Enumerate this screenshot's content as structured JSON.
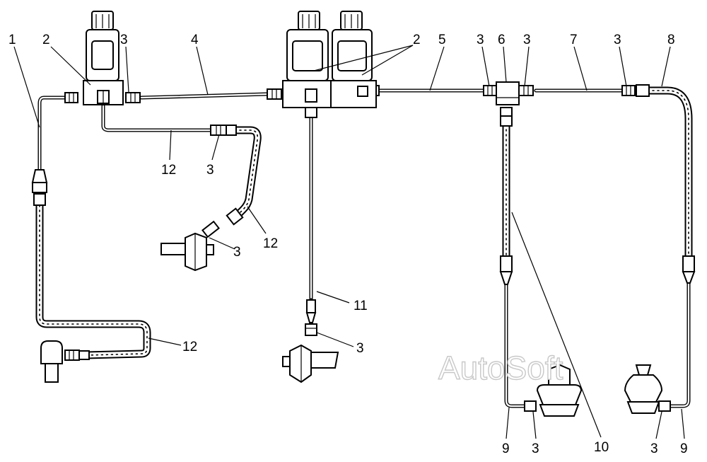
{
  "diagram": {
    "callouts": [
      {
        "id": "c1",
        "text": "1"
      },
      {
        "id": "c2a",
        "text": "2"
      },
      {
        "id": "c3a",
        "text": "3"
      },
      {
        "id": "c4",
        "text": "4"
      },
      {
        "id": "c2b",
        "text": "2"
      },
      {
        "id": "c5",
        "text": "5"
      },
      {
        "id": "c3b",
        "text": "3"
      },
      {
        "id": "c6",
        "text": "6"
      },
      {
        "id": "c3c",
        "text": "3"
      },
      {
        "id": "c7",
        "text": "7"
      },
      {
        "id": "c3d",
        "text": "3"
      },
      {
        "id": "c8",
        "text": "8"
      },
      {
        "id": "c12a",
        "text": "12"
      },
      {
        "id": "c3e",
        "text": "3"
      },
      {
        "id": "c12b",
        "text": "12"
      },
      {
        "id": "c3f",
        "text": "3"
      },
      {
        "id": "c11",
        "text": "11"
      },
      {
        "id": "c3g",
        "text": "3"
      },
      {
        "id": "c12c",
        "text": "12"
      },
      {
        "id": "c9a",
        "text": "9"
      },
      {
        "id": "c3h",
        "text": "3"
      },
      {
        "id": "c10",
        "text": "10"
      },
      {
        "id": "c3i",
        "text": "3"
      },
      {
        "id": "c9b",
        "text": "9"
      }
    ],
    "watermark": "AutoSoft"
  }
}
